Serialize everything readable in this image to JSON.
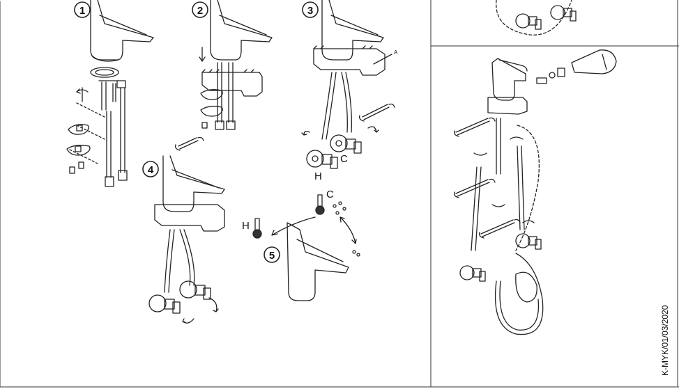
{
  "steps": [
    {
      "number": "1"
    },
    {
      "number": "2"
    },
    {
      "number": "3"
    },
    {
      "number": "4"
    },
    {
      "number": "5"
    }
  ],
  "labels": {
    "callout_a": "A",
    "hot_step3": "H",
    "cold_step3": "C",
    "hot_step5": "H",
    "cold_step5": "C"
  },
  "footer": {
    "doc_code": "K-MYK/01/03/2020"
  }
}
